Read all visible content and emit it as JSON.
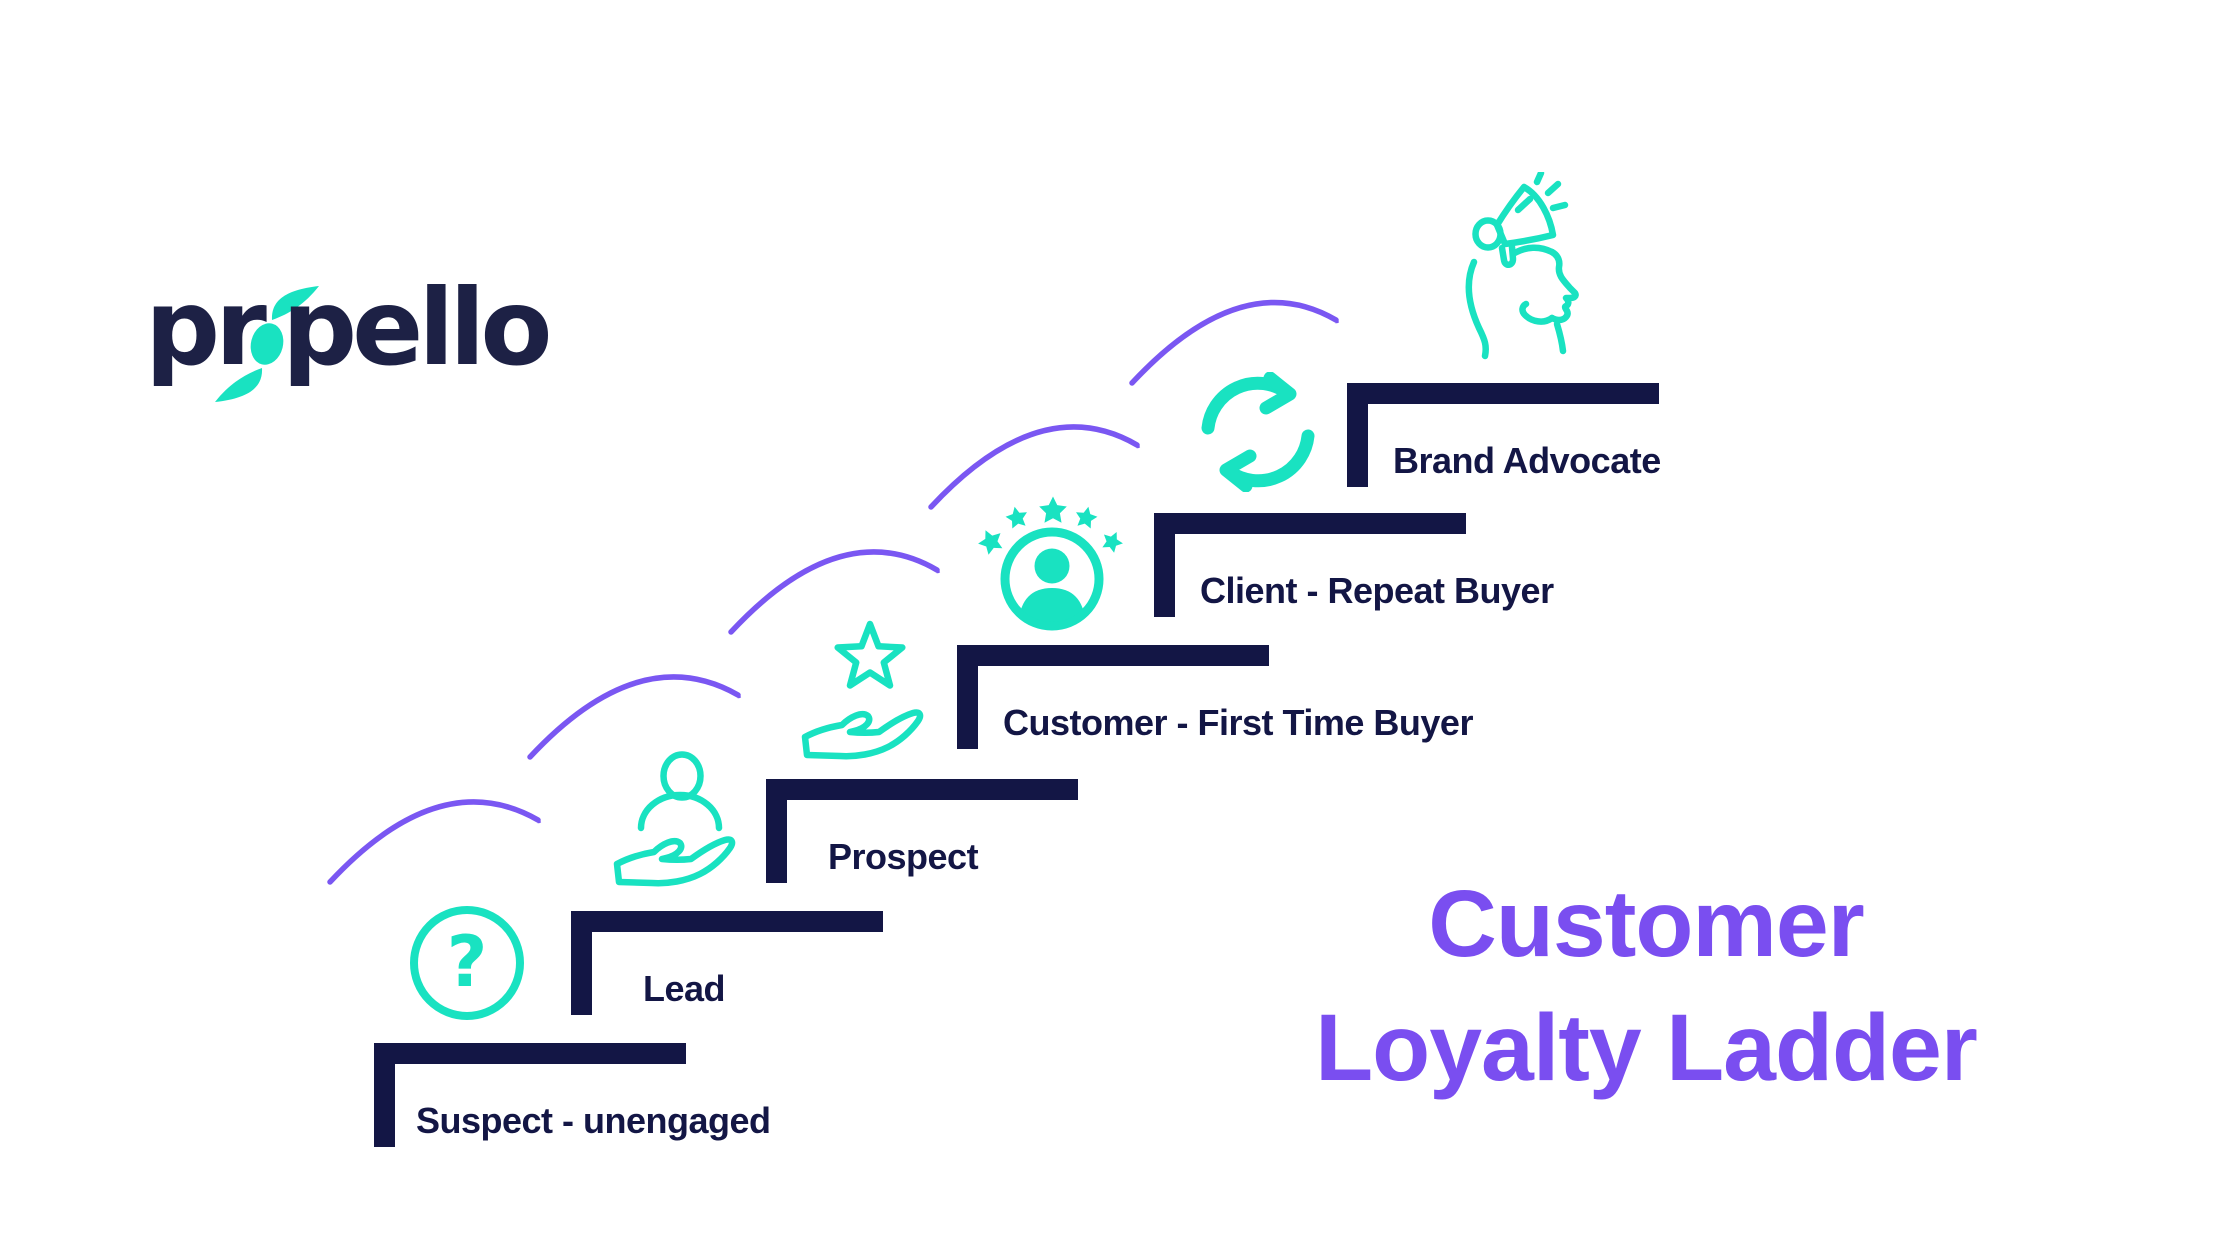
{
  "logo": {
    "prefix": "pr",
    "suffix": "pello",
    "icon": "propeller-o-icon"
  },
  "ladder": {
    "steps": [
      {
        "label": "Suspect - unengaged",
        "icon": "question-mark-circle-icon"
      },
      {
        "label": "Lead",
        "icon": "person-in-hand-icon"
      },
      {
        "label": "Prospect",
        "icon": "star-in-hand-icon"
      },
      {
        "label": "Customer - First Time Buyer",
        "icon": "five-star-customer-icon"
      },
      {
        "label": "Client - Repeat Buyer",
        "icon": "repeat-cycle-icon"
      },
      {
        "label": "Brand Advocate",
        "icon": "megaphone-head-icon"
      }
    ]
  },
  "title": {
    "line1": "Customer",
    "line2": "Loyalty Ladder"
  },
  "question_glyph": "?",
  "colors": {
    "background": "#FFFFFF",
    "navy": "#131645",
    "teal": "#19E2C1",
    "title_purple": "#7A4EF0",
    "arrow_purple": "#7A57F2",
    "logo_navy": "#1D2145"
  }
}
